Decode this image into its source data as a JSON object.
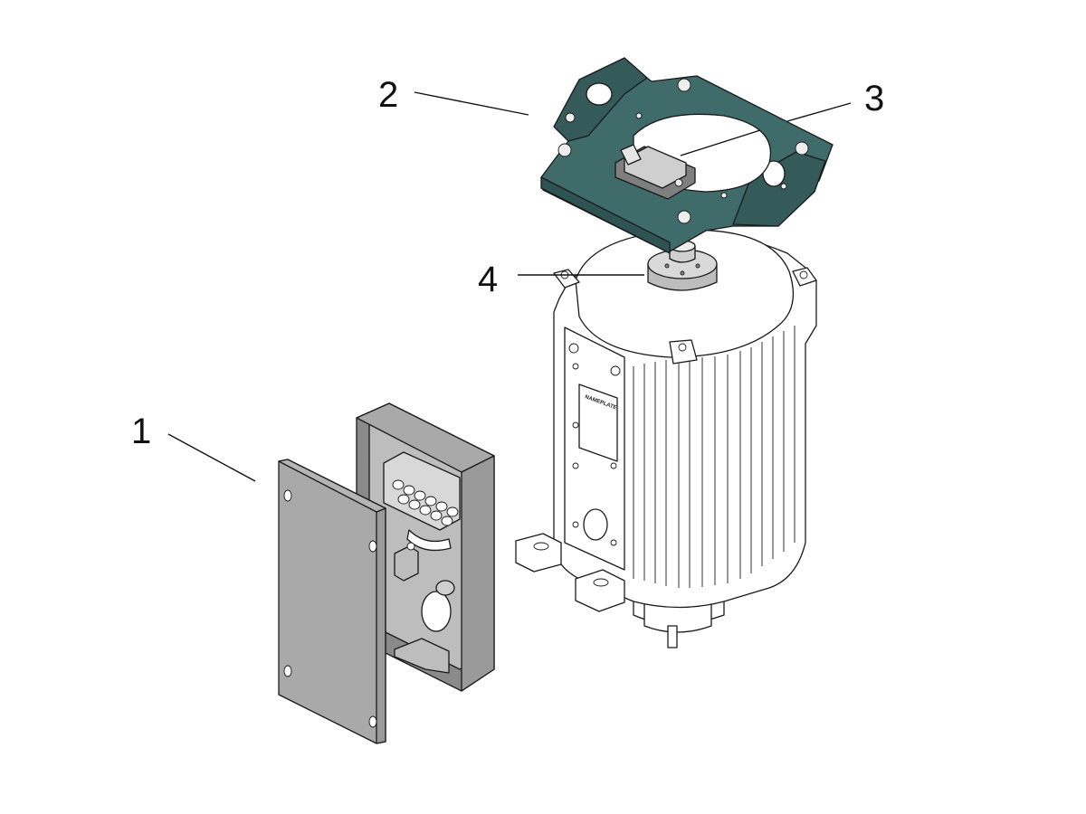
{
  "callouts": [
    {
      "id": "1",
      "label": "1"
    },
    {
      "id": "2",
      "label": "2"
    },
    {
      "id": "3",
      "label": "3"
    },
    {
      "id": "4",
      "label": "4"
    }
  ],
  "nameplate_text": "NAMEPLATE",
  "colors": {
    "bracket": "#3f6b6b",
    "bracket_dark": "#2e5353",
    "terminal_box": "#a9a9a9",
    "terminal_box_dark": "#8a8a8a",
    "motor_body": "#ffffff",
    "outline": "#1a1a1a"
  }
}
